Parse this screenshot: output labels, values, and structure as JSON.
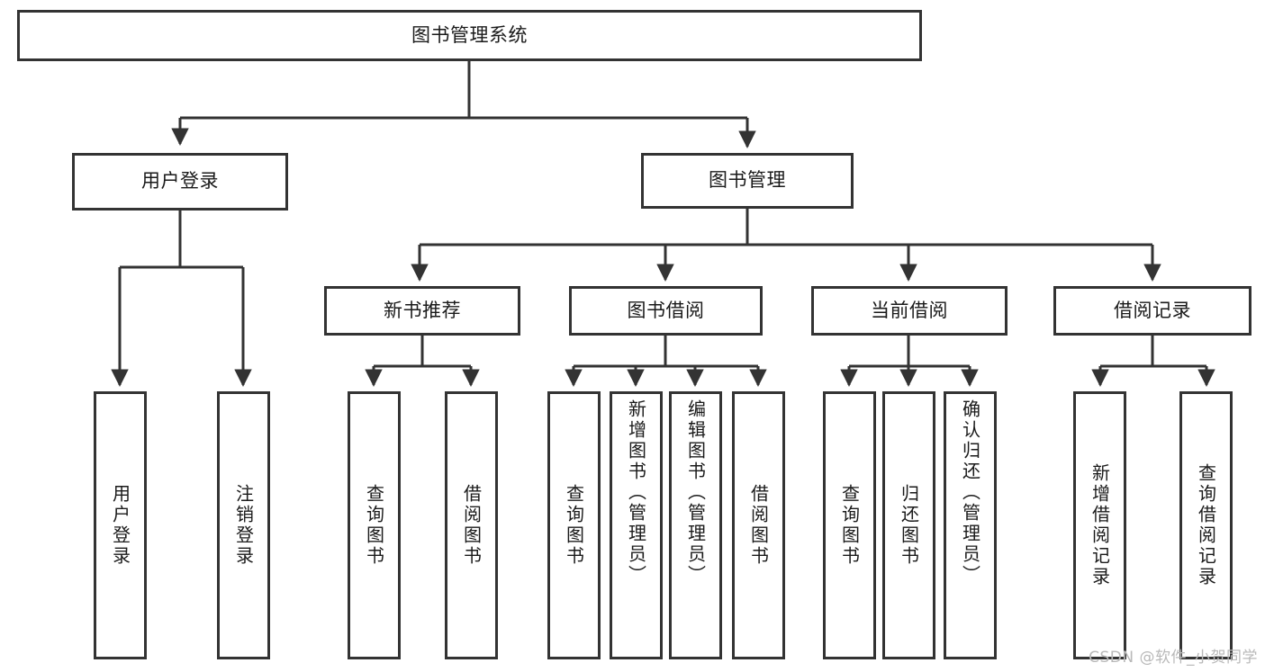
{
  "diagram": {
    "title": "图书管理系统",
    "watermark": "CSDN @软件_小贺同学",
    "accent_color": "#333333",
    "background_color": "#ffffff",
    "text_color": "#1a1a1a",
    "root": {
      "label": "图书管理系统"
    },
    "level2": [
      {
        "label": "用户登录"
      },
      {
        "label": "图书管理"
      }
    ],
    "level3": [
      {
        "label": "新书推荐"
      },
      {
        "label": "图书借阅"
      },
      {
        "label": "当前借阅"
      },
      {
        "label": "借阅记录"
      }
    ],
    "leaves": {
      "user_login": [
        {
          "label": "用户登录"
        },
        {
          "label": "注销登录"
        }
      ],
      "new_book": [
        {
          "label": "查询图书"
        },
        {
          "label": "借阅图书"
        }
      ],
      "book_borrow": [
        {
          "label": "查询图书"
        },
        {
          "label": "新增图书（管理员）"
        },
        {
          "label": "编辑图书（管理员）"
        },
        {
          "label": "借阅图书"
        }
      ],
      "current_borrow": [
        {
          "label": "查询图书"
        },
        {
          "label": "归还图书"
        },
        {
          "label": "确认归还（管理员）"
        }
      ],
      "borrow_record": [
        {
          "label": "新增借阅记录"
        },
        {
          "label": "查询借阅记录"
        }
      ]
    }
  }
}
